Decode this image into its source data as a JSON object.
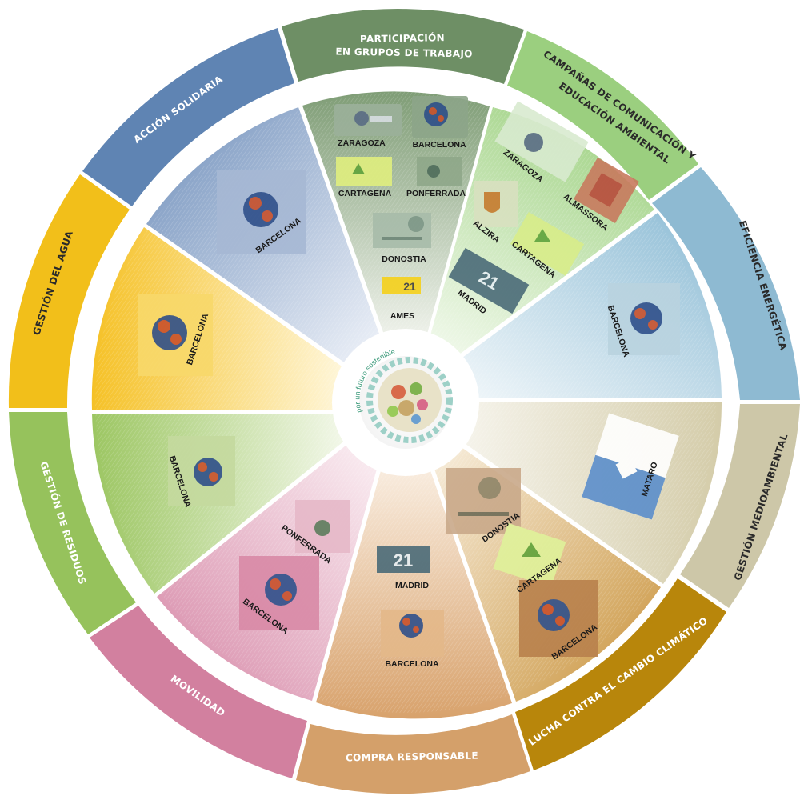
{
  "center": {
    "slogan": "por un futuro sostenible"
  },
  "segments": [
    {
      "id": "participacion",
      "label1": "PARTICIPACIÓN",
      "label2": "EN GRUPOS DE TRABAJO",
      "color": "#6e8f65",
      "inner": "#8ba782"
    },
    {
      "id": "campanas",
      "label1": "CAMPAÑAS DE COMUNICACIÓN Y",
      "label2": "EDUCACIÓN AMBIENTAL",
      "color": "#9bcf7f",
      "inner": "#b9dfa5"
    },
    {
      "id": "eficiencia",
      "label1": "EFICIENCIA ENERGÉTICA",
      "label2": "",
      "color": "#8ebad2",
      "inner": "#a9cde0"
    },
    {
      "id": "gestion-medio",
      "label1": "GESTIÓN MEDIOAMBIENTAL",
      "label2": "",
      "color": "#cdc7a8",
      "inner": "#ddd7bd"
    },
    {
      "id": "cambio-climatico",
      "label1": "LUCHA CONTRA EL CAMBIO CLIMÁTICO",
      "label2": "",
      "color": "#b8860b",
      "inner": "#d7a95a"
    },
    {
      "id": "compra",
      "label1": "COMPRA RESPONSABLE",
      "label2": "",
      "color": "#d4a06a",
      "inner": "#e0b281"
    },
    {
      "id": "movilidad",
      "label1": "MOVILIDAD",
      "label2": "",
      "color": "#d2809f",
      "inner": "#dfa0b8"
    },
    {
      "id": "residuos",
      "label1": "GESTIÓN DE RESIDUOS",
      "label2": "",
      "color": "#96c25c",
      "inner": "#b4d58a"
    },
    {
      "id": "agua",
      "label1": "GESTIÓN DEL AGUA",
      "label2": "",
      "color": "#f2bf1a",
      "inner": "#f7d25c"
    },
    {
      "id": "solidaria",
      "label1": "ACCIÓN SOLIDARIA",
      "label2": "",
      "color": "#5f84b3",
      "inner": "#8fa8cb"
    }
  ],
  "cities": {
    "participacion": [
      "ZARAGOZA",
      "BARCELONA",
      "CARTAGENA",
      "PONFERRADA",
      "DONOSTIA",
      "AMES"
    ],
    "campanas": [
      "ZARAGOZA",
      "ALMASSORA",
      "ALZIRA",
      "CARTAGENA",
      "MADRID"
    ],
    "eficiencia": [
      "BARCELONA"
    ],
    "gestion_medio": [
      "MATARÓ"
    ],
    "cambio_climatico": [
      "DONOSTIA",
      "CARTAGENA",
      "BARCELONA"
    ],
    "compra": [
      "MADRID",
      "BARCELONA"
    ],
    "movilidad": [
      "PONFERRADA",
      "BARCELONA"
    ],
    "residuos": [
      "BARCELONA"
    ],
    "agua": [
      "BARCELONA"
    ],
    "solidaria": [
      "BARCELONA"
    ]
  },
  "logo_text": {
    "ames": "21",
    "madrid": "21"
  }
}
